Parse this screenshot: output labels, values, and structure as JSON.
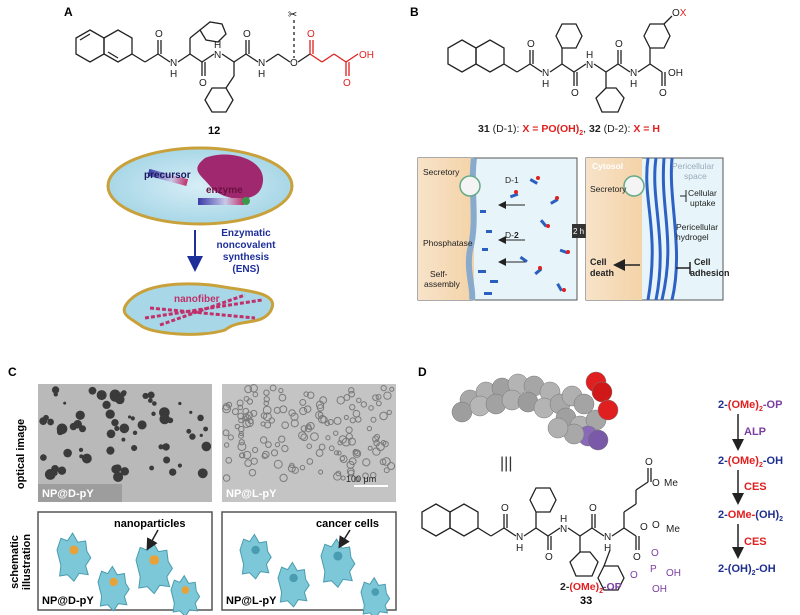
{
  "panels": {
    "a": {
      "letter": "A",
      "compound": "12",
      "cartoon_labels": {
        "precursor": "precursor",
        "enzyme": "enzyme",
        "nanofiber": "nanofiber"
      },
      "ens": [
        "Enzymatic",
        "noncovalent",
        "synthesis",
        "(ENS)"
      ],
      "atoms": {
        "O1": "O",
        "N1": "N",
        "H1": "H",
        "O2": "O",
        "N2": "N",
        "H2": "H",
        "O3": "O",
        "N3": "N",
        "H3": "H",
        "O4": "O",
        "O5": "O",
        "O6": "O",
        "OH": "OH"
      }
    },
    "b": {
      "letter": "B",
      "ox": "OX",
      "caption": {
        "c31": "31",
        "c31_tag": " (D-1): ",
        "c31_x": "X = PO(OH)",
        "sub2": "2",
        "sep": ", ",
        "c32": "32",
        "c32_tag": " (D-2): ",
        "c32_x": "X = H"
      },
      "atoms": {
        "O1": "O",
        "N1": "N",
        "H1": "H",
        "O2": "O",
        "N2": "N",
        "H2": "H",
        "O3": "O",
        "N3": "N",
        "H3": "H",
        "O4": "O",
        "OH": "OH"
      },
      "left_box": {
        "secretory": "Secretory",
        "d1": "D-1",
        "d2_pre": "D-",
        "d2_num": "2",
        "phosphatase": "Phosphatase",
        "self1": "Self-",
        "self2": "assembly"
      },
      "step": "2 h",
      "right_box": {
        "cytosol": "Cytosol",
        "peri1": "Pericellular",
        "peri2": "space",
        "secretory": "Secretory",
        "cellular": "Cellular",
        "uptake": "uptake",
        "pericellular": "Pericellular",
        "hydrogel": "hydrogel",
        "cell": "Cell",
        "death": "death",
        "cell2": "Cell",
        "adhesion": "adhesion"
      }
    },
    "c": {
      "letter": "C",
      "row1": "optical image",
      "row2a": "schematic",
      "row2b": "illustration",
      "img1_label": "NP@D-pY",
      "img2_label": "NP@L-pY",
      "scale": "100 μm",
      "schem1_label": "NP@D-pY",
      "schem2_label": "NP@L-pY",
      "nanoparticles": "nanoparticles",
      "cancer_cells": "cancer cells"
    },
    "d": {
      "letter": "D",
      "equiv": "|||",
      "me1": "Me",
      "me2": "Me",
      "compound_a": "2-",
      "compound_b": "(OMe)",
      "compound_sub": "2",
      "compound_c": "-OP",
      "compound_num": "33",
      "atoms": {
        "O1": "O",
        "N1": "N",
        "H1": "H",
        "O2": "O",
        "N2": "N",
        "H2": "H",
        "O3": "O",
        "N3": "N",
        "H3": "H",
        "O4": "O",
        "O5": "O",
        "O6": "O",
        "O7": "O",
        "O8": "O",
        "O9": "O",
        "P": "P",
        "O10": "O",
        "OH1": "OH",
        "OH2": "OH"
      },
      "pathway": {
        "s1a": "2-",
        "s1b": "(OMe)",
        "s1sub": "2",
        "s1c": "-OP",
        "e1": "ALP",
        "s2a": "2-",
        "s2b": "(OMe)",
        "s2sub": "2",
        "s2c": "-OH",
        "e2": "CES",
        "s3a": "2-",
        "s3b": "OMe-",
        "s3c": "(OH)",
        "s3sub": "2",
        "e3": "CES",
        "s4a": "2-",
        "s4b": "(OH)",
        "s4sub": "2",
        "s4c": "-OH"
      }
    }
  },
  "colors": {
    "blue": "#1f2f8f",
    "red": "#e02020",
    "purple": "#7a3fa0",
    "ens_blue": "#1f2f9a"
  }
}
